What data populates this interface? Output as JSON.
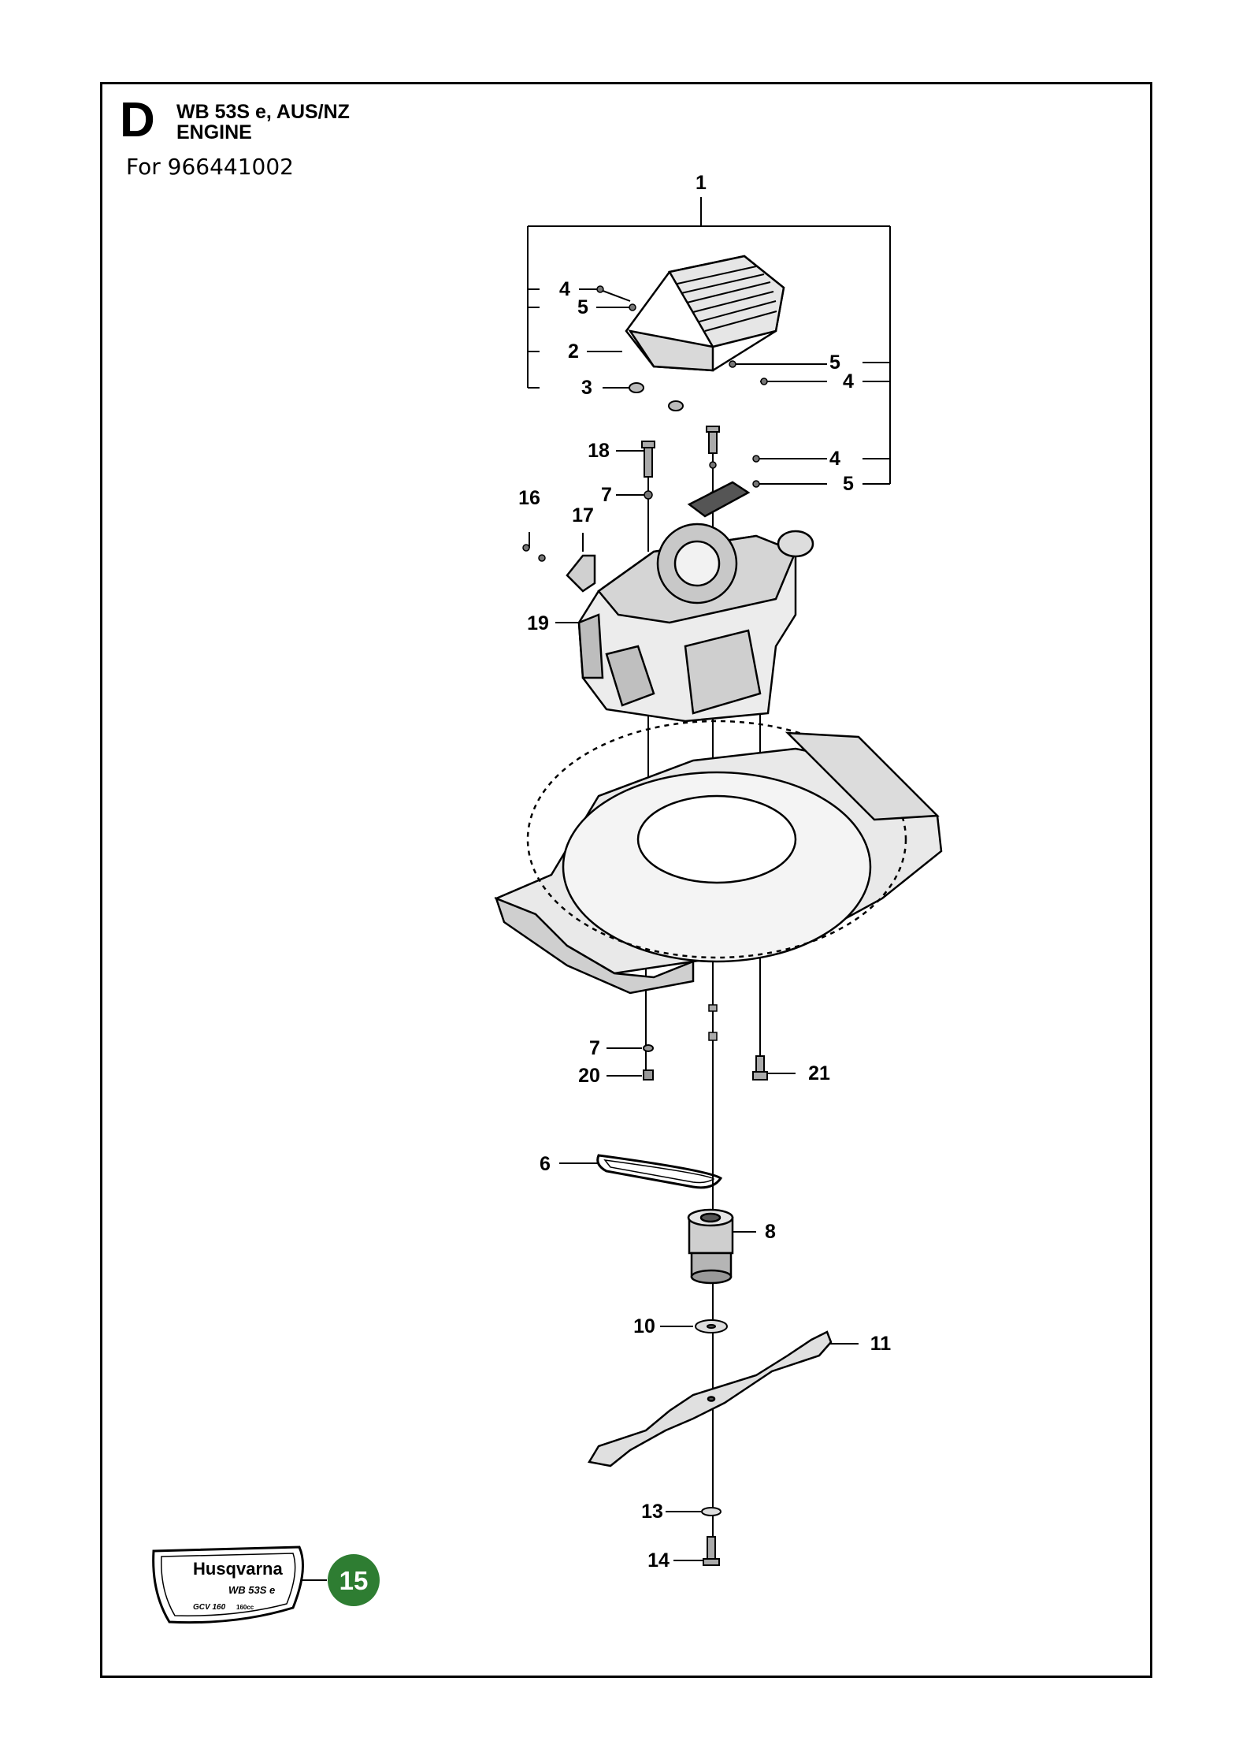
{
  "header": {
    "section_letter": "D",
    "model": "WB 53S e, AUS/NZ",
    "section": "ENGINE",
    "for_text": "For 966441002"
  },
  "callouts": [
    "1",
    "2",
    "3",
    "4",
    "5",
    "6",
    "7",
    "8",
    "10",
    "11",
    "13",
    "14",
    "16",
    "17",
    "18",
    "19",
    "20",
    "21"
  ],
  "logo": {
    "brand": "Husqvarna",
    "model": "WB 53S e",
    "engine": "GCV 160",
    "fine_print": "160cc"
  },
  "page_badge": {
    "number": "15",
    "color": "#2e7d32"
  }
}
